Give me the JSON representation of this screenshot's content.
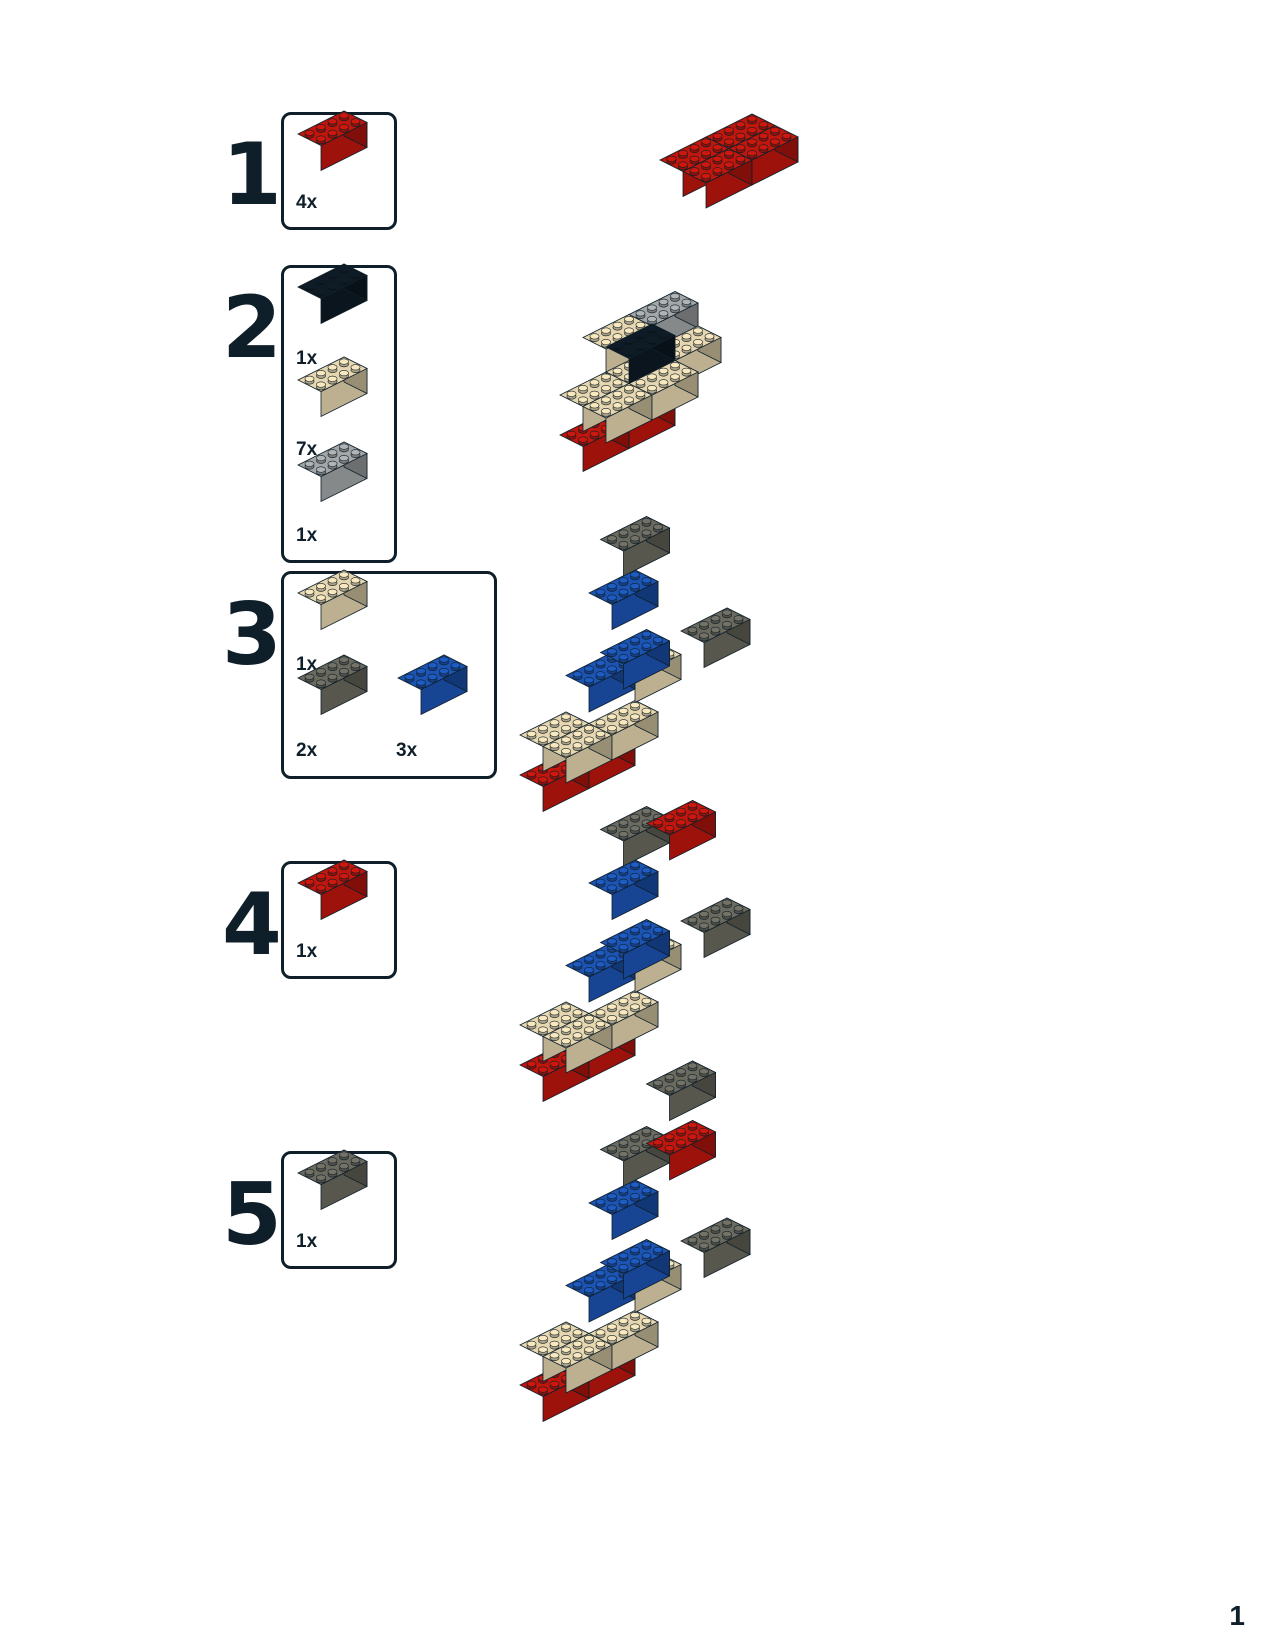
{
  "colors": {
    "red": "#c0160c",
    "tan": "#e7d7b0",
    "black": "#0e1a24",
    "light_gray": "#a3a7a8",
    "dark_gray": "#6b6a5e",
    "blue": "#1c54b4",
    "outline": "#0f1f2a"
  },
  "steps": [
    {
      "number": "1",
      "parts": [
        {
          "color": "red",
          "qty": "4x"
        }
      ]
    },
    {
      "number": "2",
      "parts": [
        {
          "color": "black",
          "qty": "1x"
        },
        {
          "color": "tan",
          "qty": "7x"
        },
        {
          "color": "light_gray",
          "qty": "1x"
        }
      ]
    },
    {
      "number": "3",
      "parts": [
        {
          "color": "tan",
          "qty": "1x"
        },
        {
          "color": "dark_gray",
          "qty": "2x"
        },
        {
          "color": "blue",
          "qty": "3x"
        }
      ]
    },
    {
      "number": "4",
      "parts": [
        {
          "color": "red",
          "qty": "1x"
        }
      ]
    },
    {
      "number": "5",
      "parts": [
        {
          "color": "dark_gray",
          "qty": "1x"
        }
      ]
    }
  ],
  "page_number": "1"
}
